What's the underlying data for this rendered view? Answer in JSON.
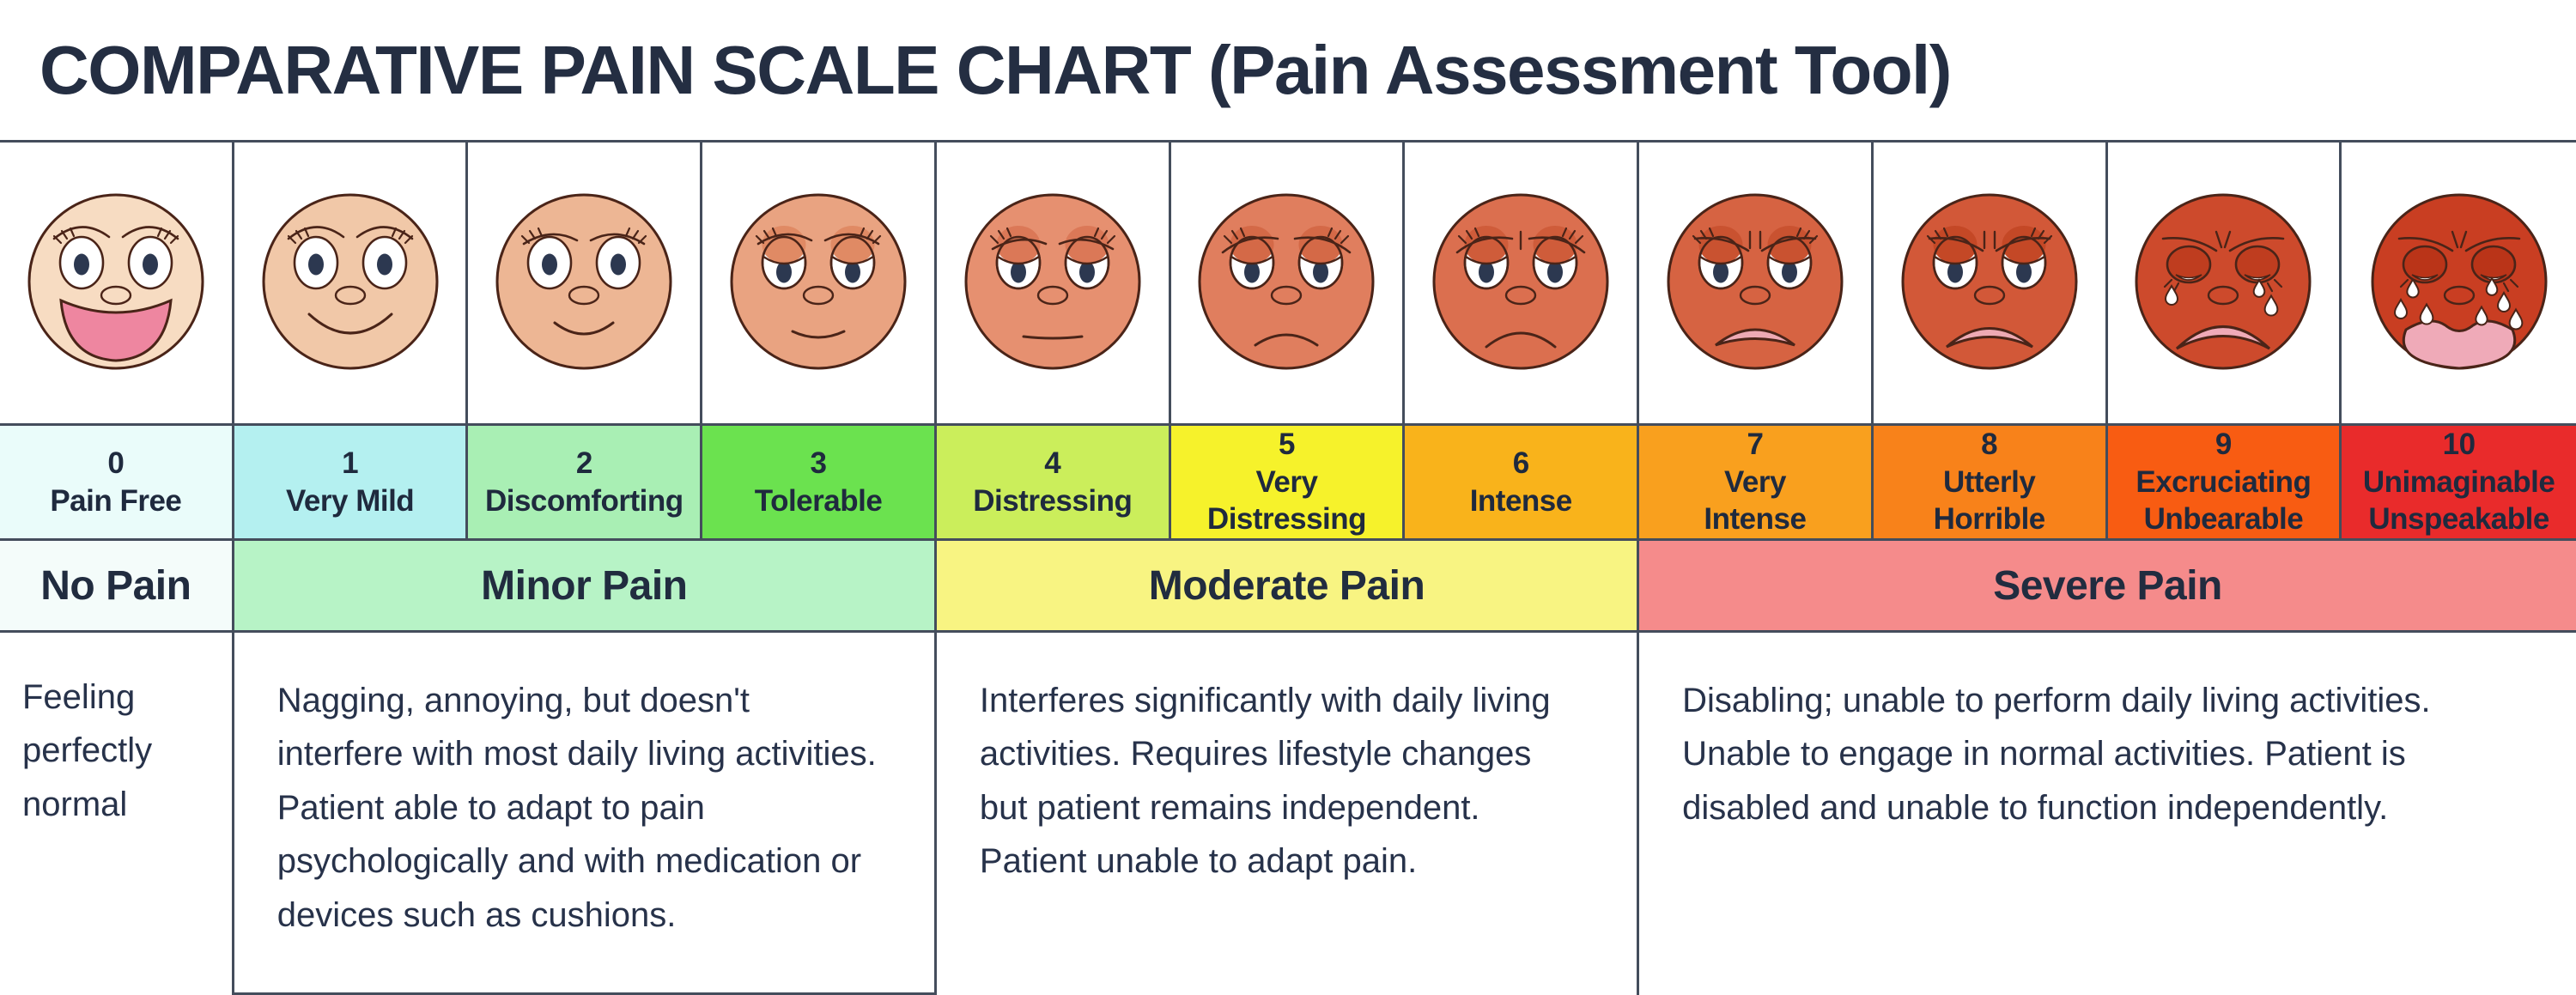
{
  "title": "COMPARATIVE PAIN SCALE CHART (Pain Assessment Tool)",
  "colors": {
    "grid_line": "#444d5c",
    "text_dark": "#222d40",
    "face_outline": "#4a2418",
    "pupil": "#2c3850",
    "eye_white": "#ffffff",
    "tear_fill": "#ffffff"
  },
  "scale": [
    {
      "level": "0",
      "label": "Pain Free",
      "cell_color": "#eafcfa",
      "face": {
        "skin": "#f7dcc2",
        "lid": "#f0cdae",
        "eyes": "open",
        "brow": "high",
        "wrinkle": "none",
        "mouth": "bigsmile",
        "mouth_color": "#ee86a0",
        "tears": 0
      }
    },
    {
      "level": "1",
      "label": "Very Mild",
      "cell_color": "#b4f0f0",
      "face": {
        "skin": "#f1c8a8",
        "lid": "#eab894",
        "eyes": "open",
        "brow": "high",
        "wrinkle": "none",
        "mouth": "smile",
        "tears": 0
      }
    },
    {
      "level": "2",
      "label": "Discomforting",
      "cell_color": "#a9efb4",
      "face": {
        "skin": "#edb694",
        "lid": "#e5a47e",
        "eyes": "open",
        "brow": "mid",
        "wrinkle": "none",
        "mouth": "smallsmile",
        "tears": 0
      }
    },
    {
      "level": "3",
      "label": "Tolerable",
      "cell_color": "#6be24f",
      "face": {
        "skin": "#e9a381",
        "lid": "#e08a64",
        "eyes": "droopy",
        "brow": "mid",
        "wrinkle": "none",
        "mouth": "slight",
        "tears": 0
      }
    },
    {
      "level": "4",
      "label": "Distressing",
      "cell_color": "#cbee5b",
      "face": {
        "skin": "#e69070",
        "lid": "#db7857",
        "eyes": "droopy",
        "brow": "low",
        "wrinkle": "none",
        "mouth": "flat",
        "tears": 0
      }
    },
    {
      "level": "5",
      "label": "Very\nDistressing",
      "cell_color": "#f6f22b",
      "face": {
        "skin": "#e07e5e",
        "lid": "#d46947",
        "eyes": "droopy",
        "brow": "worried",
        "wrinkle": "none",
        "mouth": "frown",
        "tears": 0
      }
    },
    {
      "level": "6",
      "label": "Intense",
      "cell_color": "#f9b31b",
      "face": {
        "skin": "#db6f4f",
        "lid": "#cf5c3a",
        "eyes": "droopy",
        "brow": "worried",
        "wrinkle": "I",
        "mouth": "frown2",
        "tears": 0
      }
    },
    {
      "level": "7",
      "label": "Very\nIntense",
      "cell_color": "#f9a01e",
      "face": {
        "skin": "#d66342",
        "lid": "#c95230",
        "eyes": "droopy",
        "brow": "angry",
        "wrinkle": "II",
        "mouth": "openfrown1",
        "mouth_color": "#eeaab4",
        "tears": 0
      }
    },
    {
      "level": "8",
      "label": "Utterly\nHorrible",
      "cell_color": "#f8821a",
      "face": {
        "skin": "#d25838",
        "lid": "#c44826",
        "eyes": "droopy",
        "brow": "angry",
        "wrinkle": "II",
        "mouth": "openfrown2",
        "mouth_color": "#eeaab4",
        "tears": 0
      }
    },
    {
      "level": "9",
      "label": "Excruciating\nUnbearable",
      "cell_color": "#f85c12",
      "face": {
        "skin": "#cd4a2c",
        "lid": "#bf3d1f",
        "eyes": "closed",
        "brow": "angry",
        "wrinkle": "V",
        "mouth": "openfrown3",
        "mouth_color": "#efaab8",
        "tears": 3
      }
    },
    {
      "level": "10",
      "label": "Unimaginable\nUnspeakable",
      "cell_color": "#e92b2b",
      "face": {
        "skin": "#c93e22",
        "lid": "#ba3418",
        "eyes": "closed",
        "brow": "angry",
        "wrinkle": "V",
        "mouth": "bean",
        "mouth_color": "#efaab8",
        "tears": 7
      }
    }
  ],
  "categories": [
    {
      "label": "No Pain",
      "span": 1,
      "color": "#f4fcfa"
    },
    {
      "label": "Minor Pain",
      "span": 3,
      "color": "#b7f3c6"
    },
    {
      "label": "Moderate Pain",
      "span": 3,
      "color": "#f8f482"
    },
    {
      "label": "Severe Pain",
      "span": 4,
      "color": "#f58b8b"
    }
  ],
  "descriptions": [
    {
      "span": 1,
      "text": "Feeling perfectly normal"
    },
    {
      "span": 3,
      "text": "Nagging, annoying, but doesn't interfere with most daily living activities. Patient able to adapt to pain psychologically and with medication or devices such as cushions."
    },
    {
      "span": 3,
      "text": "Interferes significantly with daily living activities. Requires lifestyle changes but patient remains independent. Patient unable to adapt pain."
    },
    {
      "span": 4,
      "text": "Disabling; unable to perform daily living activities. Unable to engage in normal activities. Patient is disabled and unable to function independently."
    }
  ]
}
